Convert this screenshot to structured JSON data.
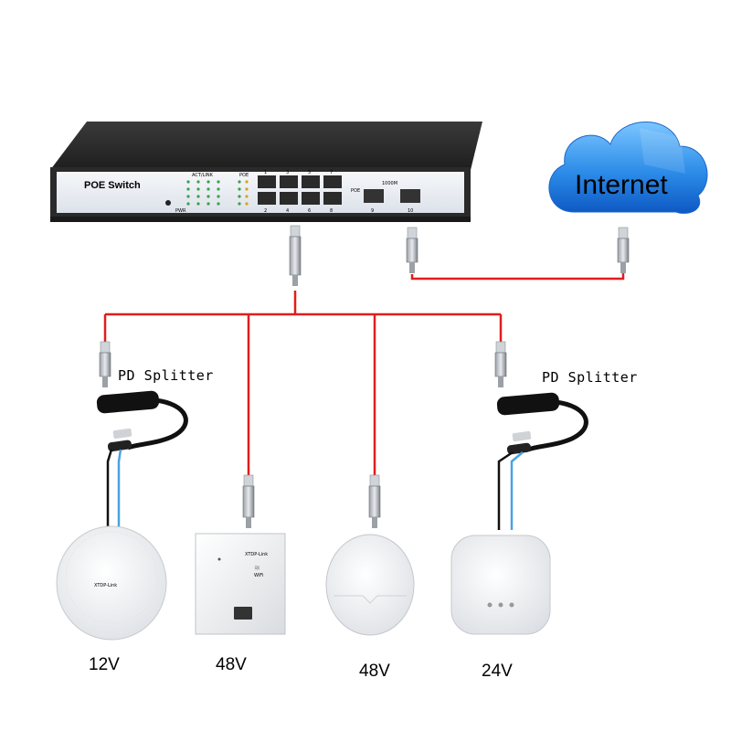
{
  "switch": {
    "title": "POE Switch",
    "act_label": "ACT/LINK",
    "poe_label": "POE",
    "pwr_label": "PWR",
    "ports_top": [
      "1",
      "3",
      "5",
      "7"
    ],
    "ports_bottom": [
      "2",
      "4",
      "6",
      "8"
    ],
    "uplink_ports": [
      "9",
      "10"
    ],
    "uplink_label": "1000M",
    "poe_side": "POE"
  },
  "cloud": {
    "label": "Internet"
  },
  "splitters": [
    {
      "label": "PD Splitter"
    },
    {
      "label": "PD Splitter"
    }
  ],
  "devices": [
    {
      "name": "ceiling-ap",
      "voltage": "12V",
      "brand": "XTDP-Link"
    },
    {
      "name": "wall-panel-ap",
      "voltage": "48V",
      "brand": "XTDP-Link",
      "wifi": "WiFi"
    },
    {
      "name": "round-ap",
      "voltage": "48V"
    },
    {
      "name": "square-ap",
      "voltage": "24V"
    }
  ],
  "colors": {
    "poe_cable": "#e11d1d",
    "power_wire": "#111111",
    "data_wire": "#4aa3e0",
    "switch_body": "#2b2b2b",
    "cloud": "#2c8ce8"
  }
}
